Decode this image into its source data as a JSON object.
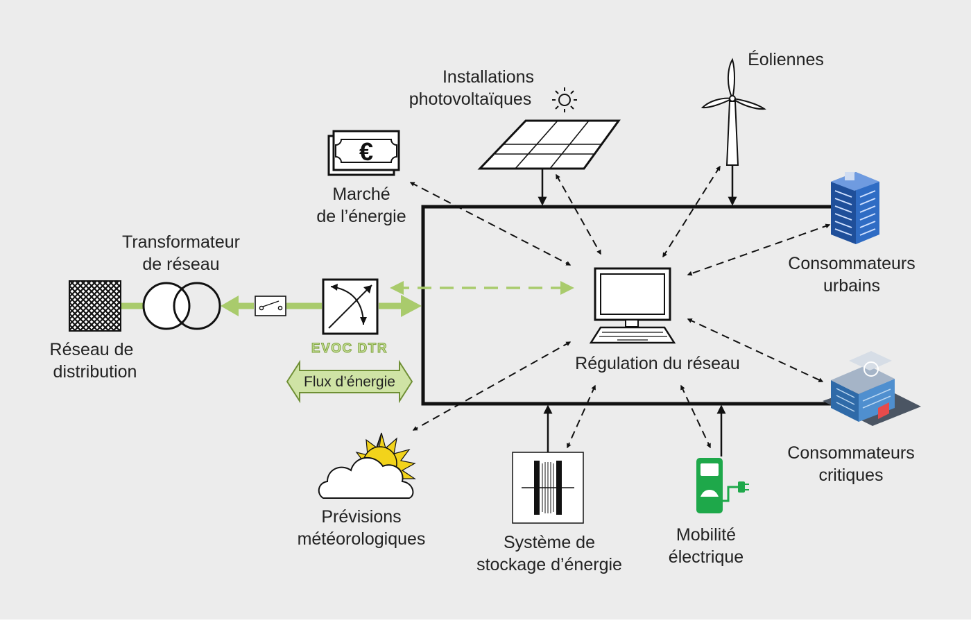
{
  "colors": {
    "background": "#ececec",
    "line": "#111111",
    "green": "#a9cb6c",
    "green_dark": "#5c7a2a",
    "charger_green": "#1ea84a",
    "building_blue": "#1f4f9a",
    "sun_yellow": "#f2d31b"
  },
  "labels": {
    "wind_turbines": "Éoliennes",
    "pv_line1": "Installations",
    "pv_line2": "photovoltaïques",
    "market_line1": "Marché",
    "market_line2": "de l’énergie",
    "transformer_line1": "Transformateur",
    "transformer_line2": "de réseau",
    "distribution_line1": "Réseau de",
    "distribution_line2": "distribution",
    "evoc": "EVOC DTR",
    "energy_flow": "Flux d’énergie",
    "regulation": "Régulation du réseau",
    "urban_line1": "Consommateurs",
    "urban_line2": "urbains",
    "critical_line1": "Consommateurs",
    "critical_line2": "critiques",
    "weather_line1": "Prévisions",
    "weather_line2": "météorologiques",
    "storage_line1": "Système de",
    "storage_line2": "stockage d’énergie",
    "emobility_line1": "Mobilité",
    "emobility_line2": "électrique"
  },
  "icons": {
    "money": "euro-banknote-icon",
    "currency_symbol": "€",
    "solar": "solar-panel-icon",
    "sun_small": "sun-icon",
    "wind": "wind-turbine-icon",
    "urban": "office-building-icon",
    "critical": "hospital-building-icon",
    "computer": "computer-icon",
    "grid": "distribution-grid-icon",
    "transformer": "transformer-icon",
    "switch": "switch-icon",
    "evoc_box": "evoc-dtr-icon",
    "weather": "sun-cloud-icon",
    "storage": "battery-storage-icon",
    "charger": "ev-charger-icon"
  }
}
